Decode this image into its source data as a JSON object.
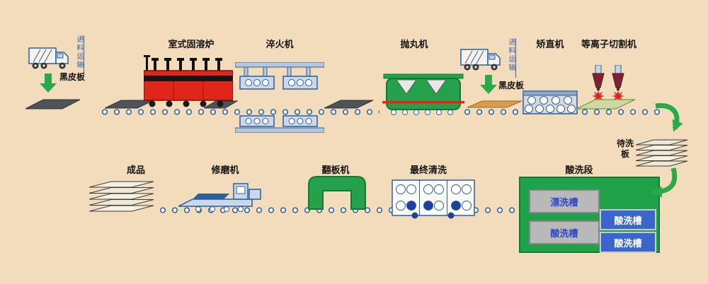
{
  "colors": {
    "background": "#f2dcbb",
    "machine_green": "#25a14b",
    "steel_blue": "#2b5f9e",
    "furnace_red": "#e0251a",
    "hot_strip_red": "#e8221a",
    "arrow_green": "#2aa84a",
    "tank_gray": "#b9b9b9",
    "tank_blue": "#3a66cc"
  },
  "stations": {
    "feed1": {
      "transport": "进料运输",
      "plate": "黑皮板"
    },
    "furnace": "室式固溶炉",
    "quench": "淬火机",
    "shot_blast": "抛丸机",
    "feed2": {
      "transport": "进料运输",
      "plate": "黑皮板"
    },
    "straightener": "矫直机",
    "plasma": "等离子切割机",
    "waiting": "待洗板",
    "product": "成品",
    "grinder": "修磨机",
    "turnover": "翻板机",
    "final_clean": "最终清洗",
    "pickling": "酸洗段"
  },
  "tanks": [
    {
      "label": "漂洗槽",
      "type": "gray"
    },
    {
      "label": "酸洗槽",
      "type": "blue"
    },
    {
      "label": "酸洗槽",
      "type": "gray"
    },
    {
      "label": "酸洗槽",
      "type": "blue"
    }
  ]
}
